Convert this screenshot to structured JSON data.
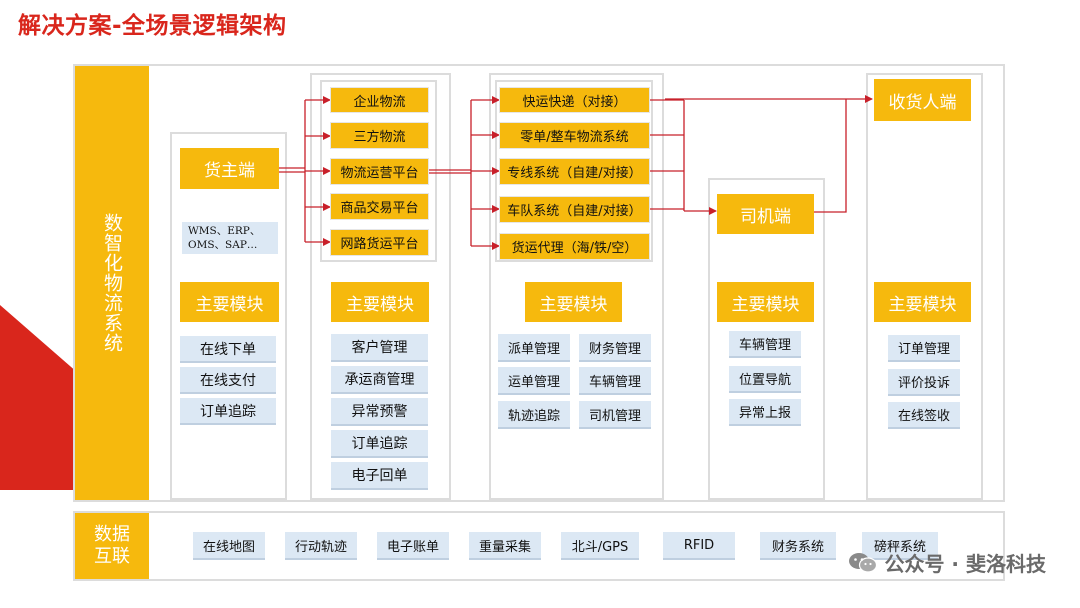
{
  "title": "解决方案-全场景逻辑架构",
  "colors": {
    "accent_red": "#d9261c",
    "accent_yellow": "#f6b90d",
    "light_blue": "#dce8f4"
  },
  "sidebar": {
    "label": "数智化物流系统"
  },
  "data_bar": {
    "label_line1": "数据",
    "label_line2": "互联",
    "items": [
      "在线地图",
      "行动轨迹",
      "电子账单",
      "重量采集",
      "北斗/GPS",
      "RFID",
      "财务系统",
      "磅秤系统"
    ]
  },
  "col_shipper": {
    "title": "货主端",
    "systems_line1": "WMS、ERP、",
    "systems_line2": "OMS、SAP…",
    "module_label": "主要模块",
    "modules": [
      "在线下单",
      "在线支付",
      "订单追踪"
    ]
  },
  "col_platform": {
    "channels": [
      "企业物流",
      "三方物流",
      "物流运营平台",
      "商品交易平台",
      "网路货运平台"
    ],
    "module_label": "主要模块",
    "modules": [
      "客户管理",
      "承运商管理",
      "异常预警",
      "订单追踪",
      "电子回单"
    ]
  },
  "col_carrier": {
    "channels": [
      "快运快递（对接）",
      "零单/整车物流系统",
      "专线系统（自建/对接）",
      "车队系统（自建/对接）",
      "货运代理（海/铁/空）"
    ],
    "module_label": "主要模块",
    "modules": [
      "派单管理",
      "财务管理",
      "运单管理",
      "车辆管理",
      "轨迹追踪",
      "司机管理"
    ]
  },
  "col_driver": {
    "title": "司机端",
    "module_label": "主要模块",
    "modules": [
      "车辆管理",
      "位置导航",
      "异常上报"
    ]
  },
  "col_receiver": {
    "title": "收货人端",
    "module_label": "主要模块",
    "modules": [
      "订单管理",
      "评价投诉",
      "在线签收"
    ]
  },
  "watermark": {
    "text": "公众号 · 斐洛科技",
    "icon": "wechat-icon"
  }
}
